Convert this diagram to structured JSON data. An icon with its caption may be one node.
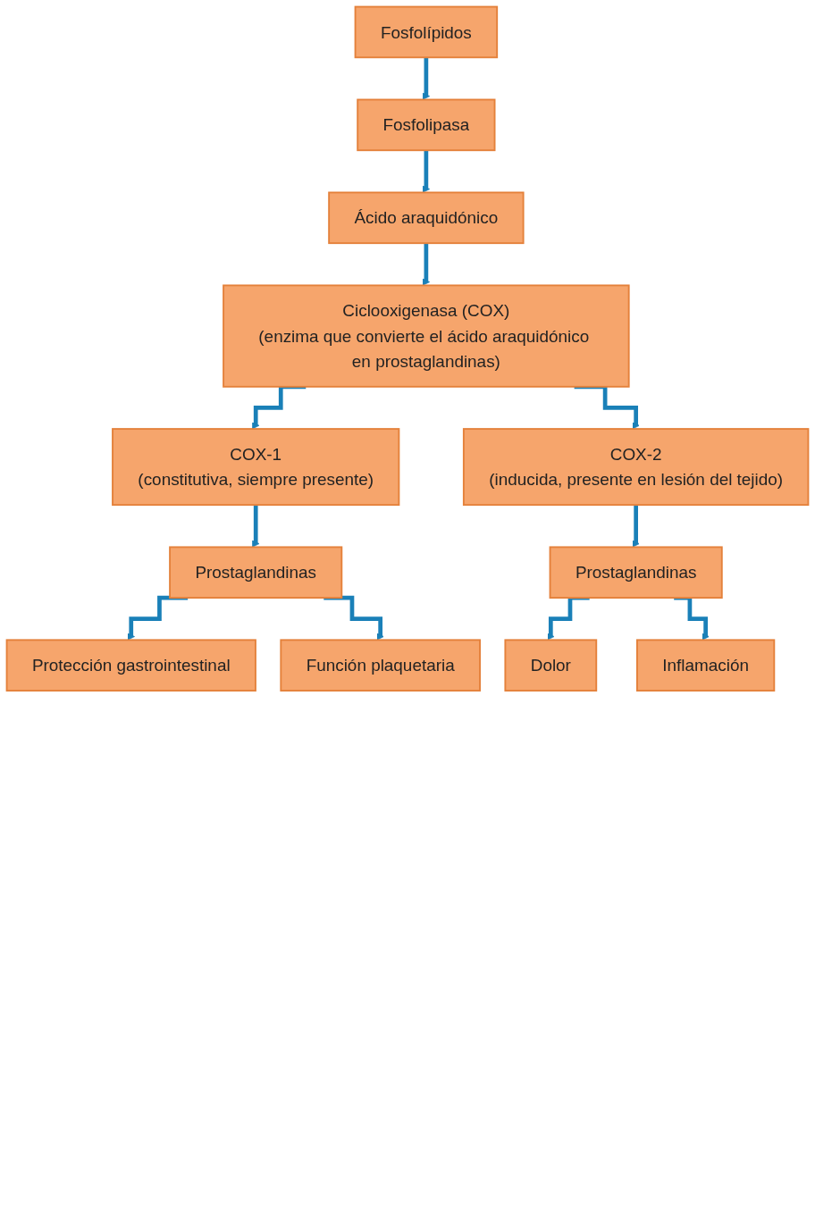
{
  "diagram": {
    "nodes": [
      {
        "text": [
          "Fosfolípidos"
        ]
      },
      {
        "text": [
          "Fosfolipasa"
        ]
      },
      {
        "text": [
          "Ácido araquidónico"
        ]
      },
      {
        "text": [
          "Ciclooxigenasa (COX)",
          "(enzima que convierte el ácido araquidónico en prostaglandinas)"
        ]
      },
      {
        "text": [
          "COX-1",
          "(constitutiva, siempre presente)"
        ]
      },
      {
        "text": [
          "COX-2",
          "(inducida, presente en lesión del tejido)"
        ]
      },
      {
        "text": [
          "Prostaglandinas"
        ]
      },
      {
        "text": [
          "Prostaglandinas"
        ]
      },
      {
        "text": [
          "Protección gastrointestinal"
        ]
      },
      {
        "text": [
          "Función plaquetaria"
        ]
      },
      {
        "text": [
          "Dolor"
        ]
      },
      {
        "text": [
          "Inflamación"
        ]
      }
    ],
    "edges": [
      {
        "from": 0,
        "to": 1,
        "arrow": "to"
      },
      {
        "from": 1,
        "to": 2,
        "arrow": "to"
      },
      {
        "from": 2,
        "to": 3,
        "arrow": "to"
      },
      {
        "from": 3,
        "to": 4,
        "arrow": "to"
      },
      {
        "from": 3,
        "to": 5,
        "arrow": "to"
      },
      {
        "from": 4,
        "to": 6,
        "arrow": "to"
      },
      {
        "from": 5,
        "to": 7,
        "arrow": "to"
      },
      {
        "from": 6,
        "to": 8,
        "arrow": "to"
      },
      {
        "from": 6,
        "to": 9,
        "arrow": "to"
      },
      {
        "from": 7,
        "to": 10,
        "arrow": "to"
      },
      {
        "from": 7,
        "to": 11,
        "arrow": "to"
      }
    ]
  }
}
